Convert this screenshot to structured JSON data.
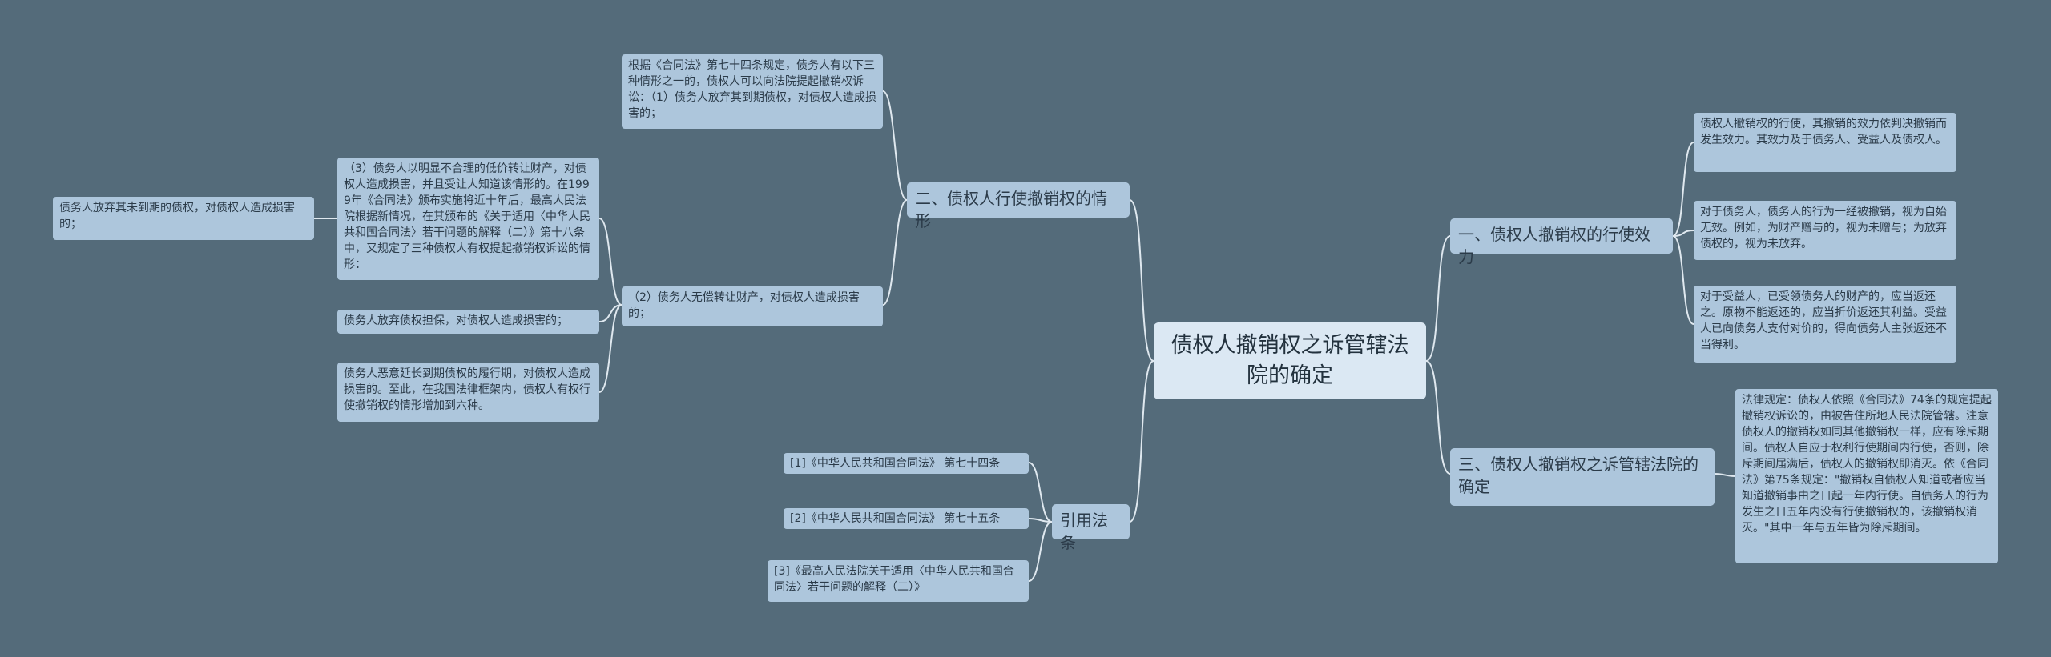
{
  "root": {
    "text": "债权人撤销权之诉管辖法院的确定"
  },
  "branch_b1": {
    "text": "一、债权人撤销权的行使效力"
  },
  "branch_b2": {
    "text": "二、债权人行使撤销权的情形"
  },
  "branch_b3": {
    "text": "三、债权人撤销权之诉管辖法院的确定"
  },
  "branch_b4": {
    "text": "引用法条"
  },
  "b1_children": [
    "债权人撤销权的行使，其撤销的效力依判决撤销而发生效力。其效力及于债务人、受益人及债权人。",
    "对于债务人，债务人的行为一经被撤销，视为自始无效。例如，为财产赠与的，视为未赠与；为放弃债权的，视为未放弃。",
    "对于受益人，已受领债务人的财产的，应当返还之。原物不能返还的，应当折价返还其利益。受益人已向债务人支付对价的，得向债务人主张返还不当得利。"
  ],
  "b2_children": [
    "根据《合同法》第七十四条规定，债务人有以下三种情形之一的，债权人可以向法院提起撤销权诉讼：（1）债务人放弃其到期债权，对债权人造成损害的；",
    "（2）债务人无偿转让财产，对债权人造成损害的；"
  ],
  "b2_sub": [
    "（3）债务人以明显不合理的低价转让财产，对债权人造成损害，并且受让人知道该情形的。在1999年《合同法》颁布实施将近十年后，最高人民法院根据新情况，在其颁布的《关于适用〈中华人民共和国合同法〉若干问题的解释（二）》第十八条中，又规定了三种债权人有权提起撤销权诉讼的情形：",
    "债务人放弃债权担保，对债权人造成损害的；",
    "债务人恶意延长到期债权的履行期，对债权人造成损害的。至此，在我国法律框架内，债权人有权行使撤销权的情形增加到六种。"
  ],
  "b2_subsub": [
    "债务人放弃其未到期的债权，对债权人造成损害的；"
  ],
  "b3_children": [
    "法律规定：债权人依照《合同法》74条的规定提起撤销权诉讼的，由被告住所地人民法院管辖。注意债权人的撤销权如同其他撤销权一样，应有除斥期间。债权人自应于权利行使期间内行使，否则，除斥期间届满后，债权人的撤销权即消灭。依《合同法》第75条规定：\"撤销权自债权人知道或者应当知道撤销事由之日起一年内行使。自债务人的行为发生之日五年内没有行使撤销权的，该撤销权消灭。\"其中一年与五年皆为除斥期间。"
  ],
  "b4_children": [
    "[1]《中华人民共和国合同法》 第七十四条",
    "[2]《中华人民共和国合同法》 第七十五条",
    "[3]《最高人民法院关于适用〈中华人民共和国合同法〉若干问题的解释（二）》"
  ],
  "colors": {
    "background": "#546b7a",
    "node": "#adc6dc",
    "root": "#dbe8f3",
    "line": "#dfe8ef"
  }
}
